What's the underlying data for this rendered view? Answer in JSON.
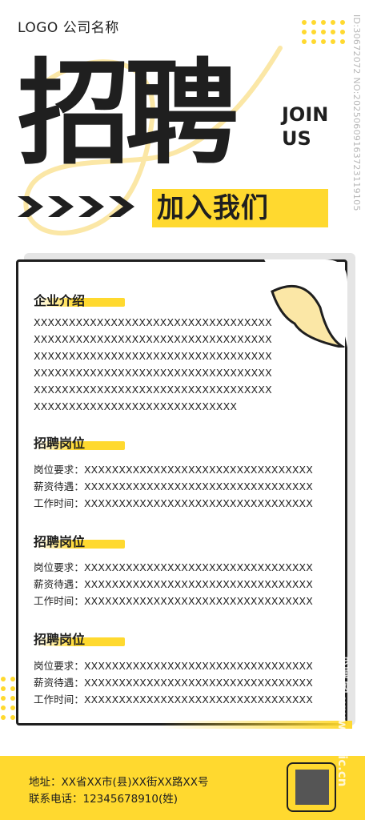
{
  "header": {
    "logo_text": "LOGO 公司名称"
  },
  "hero": {
    "title": "招聘",
    "join_line1": "JOIN",
    "join_line2": "US",
    "subtitle": "加入我们"
  },
  "watermark": "ID:30672072 NO:20250609163723119105",
  "brand_watermark": "昵享网 www.nipic.cn",
  "colors": {
    "accent": "#ffd92f",
    "text": "#1f1f1f",
    "background": "#ffffff"
  },
  "intro": {
    "title": "企业介绍",
    "lines": [
      "XXXXXXXXXXXXXXXXXXXXXXXXXXXXXXXXXX",
      "XXXXXXXXXXXXXXXXXXXXXXXXXXXXXXXXXX",
      "XXXXXXXXXXXXXXXXXXXXXXXXXXXXXXXXXX",
      "XXXXXXXXXXXXXXXXXXXXXXXXXXXXXXXXXX",
      "XXXXXXXXXXXXXXXXXXXXXXXXXXXXXXXXXX",
      "XXXXXXXXXXXXXXXXXXXXXXXXXXXXX"
    ]
  },
  "jobs": [
    {
      "title": "招聘岗位",
      "requirement": "岗位要求：XXXXXXXXXXXXXXXXXXXXXXXXXXXXXXXXX",
      "salary": "薪资待遇：XXXXXXXXXXXXXXXXXXXXXXXXXXXXXXXXX",
      "hours": "工作时间：XXXXXXXXXXXXXXXXXXXXXXXXXXXXXXXXX"
    },
    {
      "title": "招聘岗位",
      "requirement": "岗位要求：XXXXXXXXXXXXXXXXXXXXXXXXXXXXXXXXX",
      "salary": "薪资待遇：XXXXXXXXXXXXXXXXXXXXXXXXXXXXXXXXX",
      "hours": "工作时间：XXXXXXXXXXXXXXXXXXXXXXXXXXXXXXXXX"
    },
    {
      "title": "招聘岗位",
      "requirement": "岗位要求：XXXXXXXXXXXXXXXXXXXXXXXXXXXXXXXXX",
      "salary": "薪资待遇：XXXXXXXXXXXXXXXXXXXXXXXXXXXXXXXXX",
      "hours": "工作时间：XXXXXXXXXXXXXXXXXXXXXXXXXXXXXXXXX"
    }
  ],
  "footer": {
    "address": "地址：XX省XX市(县)XX街XX路XX号",
    "contact": "联系电话：12345678910(姓)",
    "qr_icon": "qr-code-icon"
  }
}
